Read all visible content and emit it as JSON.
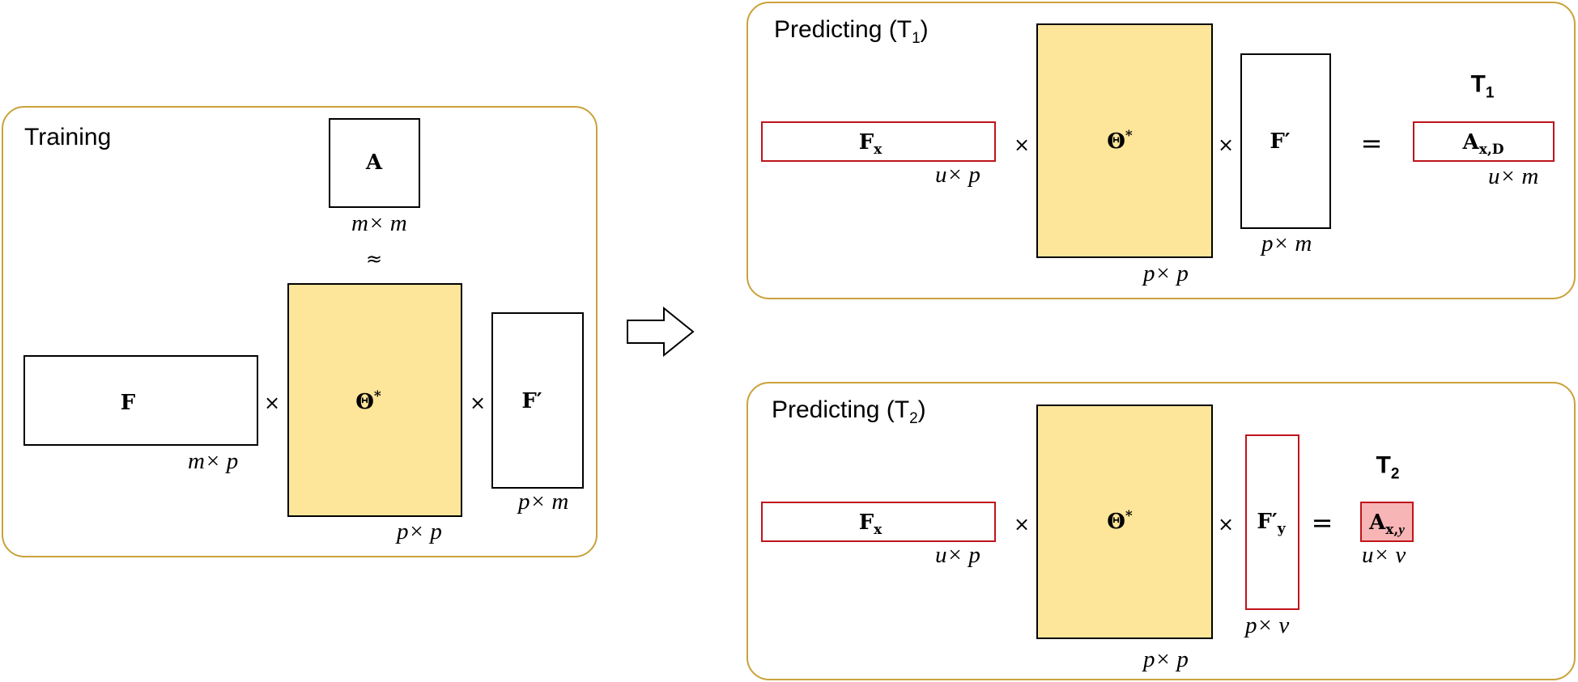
{
  "training": {
    "title": "Training",
    "matrix_a": "A",
    "dim_a": "m× m",
    "approx": "≈",
    "matrix_f": "F",
    "dim_f": "m× p",
    "matrix_theta": "Θ",
    "theta_sup": "*",
    "dim_theta": "p× p",
    "matrix_fprime": "F′",
    "dim_fprime": "p× m",
    "times1": "×",
    "times2": "×"
  },
  "predicting_t1": {
    "title": "Predicting (T",
    "title_sub": "1",
    "title_end": ")",
    "matrix_fx": "F",
    "fx_sub": "x",
    "dim_fx": "u× p",
    "matrix_theta": "Θ",
    "theta_sup": "*",
    "dim_theta": "p× p",
    "matrix_fprime": "F′",
    "dim_fprime": "p× m",
    "equals": "=",
    "task_label": "T",
    "task_sub": "1",
    "matrix_result": "A",
    "result_sub": "x,D",
    "dim_result": "u× m",
    "times1": "×",
    "times2": "×"
  },
  "predicting_t2": {
    "title": "Predicting (T",
    "title_sub": "2",
    "title_end": ")",
    "matrix_fx": "F",
    "fx_sub": "x",
    "dim_fx": "u× p",
    "matrix_theta": "Θ",
    "theta_sup": "*",
    "dim_theta": "p× p",
    "matrix_fy": "F′",
    "fy_sub": "y",
    "dim_fy": "p× v",
    "equals": "=",
    "task_label": "T",
    "task_sub": "2",
    "matrix_result": "A",
    "result_sub_a": "x,",
    "result_sub_b": "y",
    "dim_result": "u× v",
    "times1": "×",
    "times2": "×"
  },
  "colors": {
    "panel_border": "#c9a23a",
    "theta_fill": "#fde59a",
    "highlight_border": "#c0141c",
    "result_fill": "#f7b5b5"
  }
}
